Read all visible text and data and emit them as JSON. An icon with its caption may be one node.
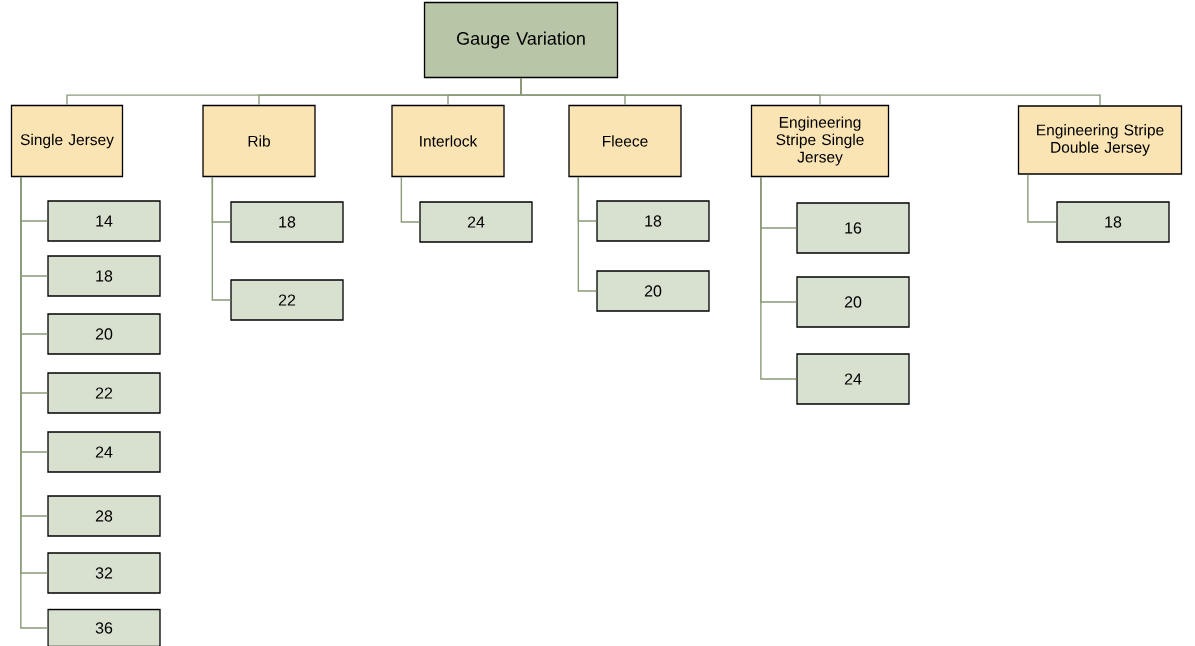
{
  "diagram": {
    "nodes": [
      {
        "text": [
          "Gauge Variation"
        ]
      },
      {
        "text": [
          "Single Jersey"
        ]
      },
      {
        "text": [
          "Rib"
        ]
      },
      {
        "text": [
          "Interlock"
        ]
      },
      {
        "text": [
          "Fleece"
        ]
      },
      {
        "text": [
          "Engineering Stripe Single Jersey"
        ]
      },
      {
        "text": [
          "Engineering Stripe Double Jersey"
        ]
      },
      {
        "text": [
          "14"
        ]
      },
      {
        "text": [
          "18"
        ]
      },
      {
        "text": [
          "20"
        ]
      },
      {
        "text": [
          "22"
        ]
      },
      {
        "text": [
          "24"
        ]
      },
      {
        "text": [
          "28"
        ]
      },
      {
        "text": [
          "32"
        ]
      },
      {
        "text": [
          "36"
        ]
      },
      {
        "text": [
          "18"
        ]
      },
      {
        "text": [
          "22"
        ]
      },
      {
        "text": [
          "24"
        ]
      },
      {
        "text": [
          "18"
        ]
      },
      {
        "text": [
          "20"
        ]
      },
      {
        "text": [
          "16"
        ]
      },
      {
        "text": [
          "20"
        ]
      },
      {
        "text": [
          "24"
        ]
      },
      {
        "text": [
          "18"
        ]
      }
    ],
    "edges": [
      {
        "from": 0,
        "to": 1,
        "arrow": "none"
      },
      {
        "from": 0,
        "to": 2,
        "arrow": "none"
      },
      {
        "from": 0,
        "to": 3,
        "arrow": "none"
      },
      {
        "from": 0,
        "to": 4,
        "arrow": "none"
      },
      {
        "from": 0,
        "to": 5,
        "arrow": "none"
      },
      {
        "from": 0,
        "to": 6,
        "arrow": "none"
      },
      {
        "from": 1,
        "to": 7,
        "arrow": "none"
      },
      {
        "from": 1,
        "to": 8,
        "arrow": "none"
      },
      {
        "from": 1,
        "to": 9,
        "arrow": "none"
      },
      {
        "from": 1,
        "to": 10,
        "arrow": "none"
      },
      {
        "from": 1,
        "to": 11,
        "arrow": "none"
      },
      {
        "from": 1,
        "to": 12,
        "arrow": "none"
      },
      {
        "from": 1,
        "to": 13,
        "arrow": "none"
      },
      {
        "from": 1,
        "to": 14,
        "arrow": "none"
      },
      {
        "from": 2,
        "to": 15,
        "arrow": "none"
      },
      {
        "from": 2,
        "to": 16,
        "arrow": "none"
      },
      {
        "from": 3,
        "to": 17,
        "arrow": "none"
      },
      {
        "from": 4,
        "to": 18,
        "arrow": "none"
      },
      {
        "from": 4,
        "to": 19,
        "arrow": "none"
      },
      {
        "from": 5,
        "to": 20,
        "arrow": "none"
      },
      {
        "from": 5,
        "to": 21,
        "arrow": "none"
      },
      {
        "from": 5,
        "to": 22,
        "arrow": "none"
      },
      {
        "from": 6,
        "to": 23,
        "arrow": "none"
      }
    ]
  }
}
